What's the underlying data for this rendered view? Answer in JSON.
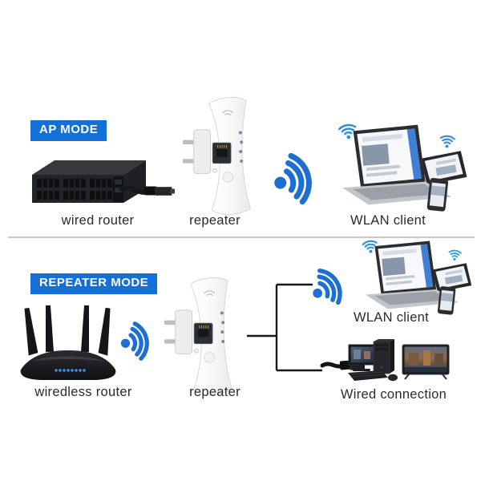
{
  "colors": {
    "badge_blue": "#1270d6",
    "badge_text": "#ffffff",
    "wifi_blue": "#1d6fd2",
    "wifi_small": "#2f8fe0",
    "label_text": "#2b2b2b",
    "divider": "#c8c8c8",
    "line_black": "#17181a",
    "router_led_blue": "#3b97ea"
  },
  "ap_mode": {
    "badge": "AP MODE",
    "router_label": "wired router",
    "repeater_label": "repeater",
    "client_label": "WLAN client"
  },
  "repeater_mode": {
    "badge": "REPEATER MODE",
    "router_label": "wiredless router",
    "repeater_label": "repeater",
    "wlan_label": "WLAN client",
    "wired_label": "Wired connection"
  }
}
